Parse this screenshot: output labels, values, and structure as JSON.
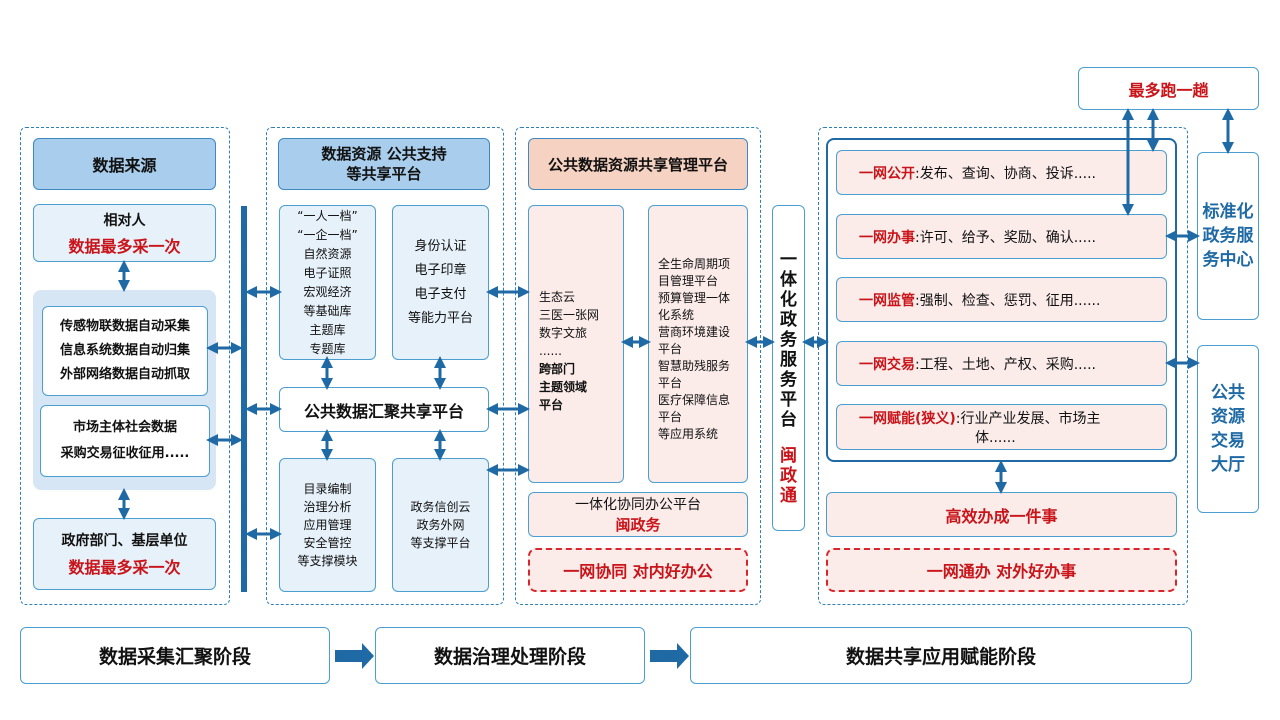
{
  "col1": {
    "header": "数据来源",
    "relative": {
      "line1": "相对人",
      "line2": "数据最多采一次"
    },
    "auto_items": [
      "传感物联数据自动采集",
      "信息系统数据自动归集",
      "外部网络数据自动抓取"
    ],
    "market": [
      "市场主体社会数据",
      "采购交易征收征用....."
    ],
    "gov": {
      "line1": "政府部门、基层单位",
      "line2": "数据最多采一次"
    }
  },
  "col2": {
    "header": [
      "数据资源 公共支持",
      "等共享平台"
    ],
    "archive_list": [
      "“一人一档”",
      "“一企一档”",
      "自然资源",
      "电子证照",
      "宏观经济",
      "等基础库",
      "主题库",
      "专题库"
    ],
    "identity_list": [
      "身份认证",
      "电子印章",
      "电子支付",
      "等能力平台"
    ],
    "aggregate": "公共数据汇聚共享平台",
    "governance_list": [
      "目录编制",
      "治理分析",
      "应用管理",
      "安全管控",
      "等支撑模块"
    ],
    "cloud_list": [
      "政务信创云",
      "政务外网",
      "等支撑平台"
    ]
  },
  "col3": {
    "header": "公共数据资源共享管理平台",
    "left_list": [
      "生态云",
      "三医一张网",
      "数字文旅",
      "......"
    ],
    "left_bold": [
      "跨部门",
      "主题领域",
      "平台"
    ],
    "right_list": [
      "全生命周期项",
      "目管理平台",
      "预算管理一体",
      "化系统",
      "营商环境建设",
      "平台",
      "智慧助残服务",
      "平台",
      "医疗保障信息",
      "平台",
      "等应用系统"
    ],
    "office_line1": "一体化协同办公平台",
    "office_line2": "闽政务",
    "internal": "一网协同  对内好办公"
  },
  "vertical_platform": {
    "text": "一体化政务服务平台",
    "brand": "闽政通"
  },
  "col4": {
    "rows": [
      {
        "red": "一网公开",
        "text": ":发布、查询、协商、投诉....."
      },
      {
        "red": "一网办事",
        "text": ":许可、给予、奖励、确认....."
      },
      {
        "red": "一网监管",
        "text": ":强制、检查、惩罚、征用......"
      },
      {
        "red": "一网交易",
        "text": ":工程、土地、产权、采购....."
      },
      {
        "red": "一网赋能(狭义)",
        "text": ":行业产业发展、市场主",
        "text2": "体......"
      }
    ],
    "efficient": "高效办成一件事",
    "external": "一网通办  对外好办事"
  },
  "right": {
    "top": "最多跑一趟",
    "center": "标准化政务服务中心",
    "hall": "公共资源交易大厅"
  },
  "stages": [
    "数据采集汇聚阶段",
    "数据治理处理阶段",
    "数据共享应用赋能阶段"
  ],
  "colors": {
    "blue": "#1f6aa5",
    "red": "#c9141a",
    "header_blue": "#a9cdec",
    "peach": "#f6d2c2"
  }
}
